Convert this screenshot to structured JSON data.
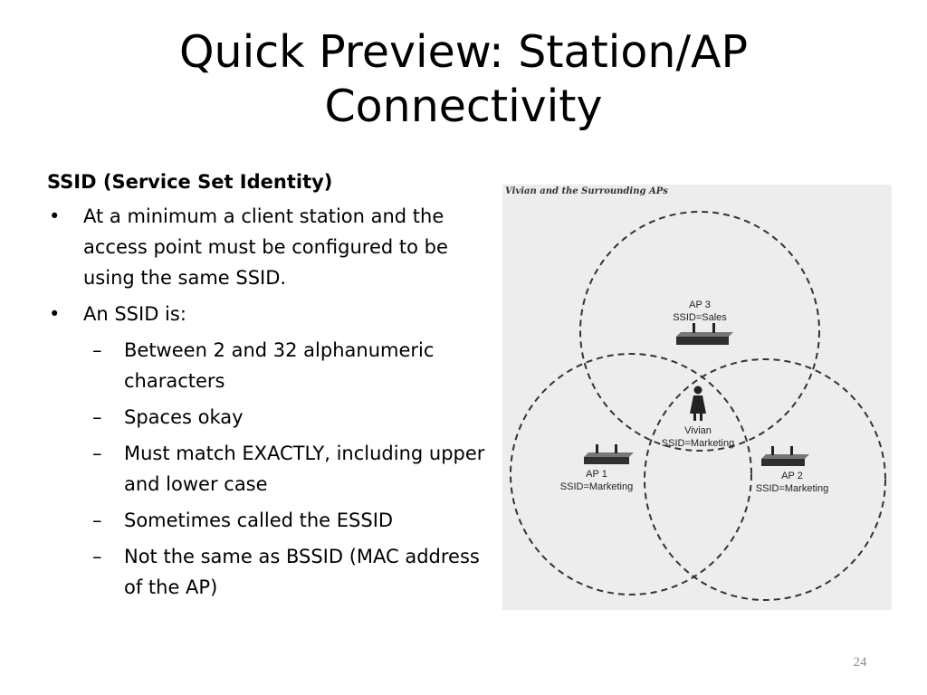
{
  "slide": {
    "title_line1": "Quick Preview: Station/AP",
    "title_line2": "Connectivity",
    "heading": "SSID (Service Set Identity)",
    "bullets": [
      "At a minimum a client station and the access point must be configured to be using the same SSID.",
      "An SSID is:"
    ],
    "sub_bullets": [
      "Between 2 and 32 alphanumeric characters",
      "Spaces okay",
      "Must match EXACTLY, including upper and lower case",
      "Sometimes called the ESSID",
      "Not the same as BSSID (MAC address of the AP)"
    ],
    "page_number": "24"
  },
  "figure": {
    "caption": "Vivian and the Surrounding APs",
    "ap3": {
      "name": "AP 3",
      "ssid": "SSID=Sales"
    },
    "client": {
      "name": "Vivian",
      "ssid": "SSID=Marketing"
    },
    "ap1": {
      "name": "AP 1",
      "ssid": "SSID=Marketing"
    },
    "ap2": {
      "name": "AP 2",
      "ssid": "SSID=Marketing"
    }
  },
  "colors": {
    "figure_bg": "#ededed",
    "page_number": "#8a8a8a"
  }
}
